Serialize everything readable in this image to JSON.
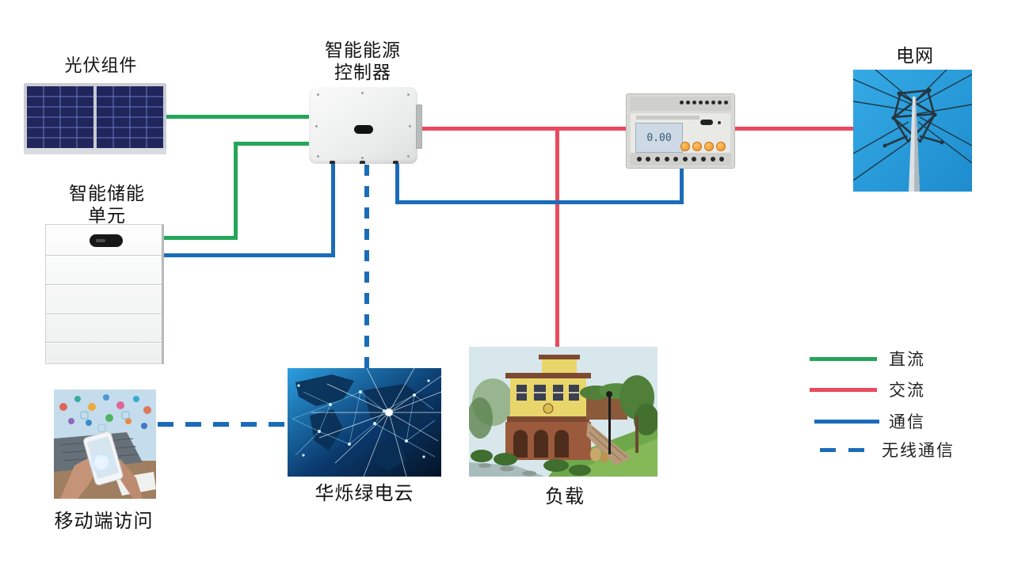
{
  "diagram": {
    "nodes": {
      "pv": {
        "label": "光伏组件"
      },
      "controller": {
        "label": "智能能源\n控制器"
      },
      "grid": {
        "label": "电网"
      },
      "storage": {
        "label": "智能储能\n单元"
      },
      "mobile": {
        "label": "移动端访问"
      },
      "cloud": {
        "label": "华烁绿电云"
      },
      "load": {
        "label": "负载"
      },
      "meter": {
        "lcd_value": "0.00"
      }
    },
    "connections": [
      {
        "from": "pv",
        "to": "controller",
        "type": "直流"
      },
      {
        "from": "storage",
        "to": "controller",
        "type": "直流"
      },
      {
        "from": "controller",
        "to": "storage",
        "type": "通信"
      },
      {
        "from": "controller",
        "to": "meter",
        "type": "通信"
      },
      {
        "from": "controller",
        "to": "grid",
        "type": "交流",
        "via": "meter"
      },
      {
        "from": "controller",
        "to": "load",
        "type": "交流"
      },
      {
        "from": "controller",
        "to": "cloud",
        "type": "无线通信"
      },
      {
        "from": "cloud",
        "to": "mobile",
        "type": "无线通信"
      }
    ],
    "legend": {
      "items": [
        {
          "label": "直流",
          "style": "solid",
          "color": "#24a65a"
        },
        {
          "label": "交流",
          "style": "solid",
          "color": "#e84b5f"
        },
        {
          "label": "通信",
          "style": "solid",
          "color": "#1b6cb8"
        },
        {
          "label": "无线通信",
          "style": "dashed",
          "color": "#1b6cb8"
        }
      ]
    },
    "colors": {
      "dc_green": "#24a65a",
      "ac_red": "#e84b5f",
      "comm_blue": "#1b6cb8",
      "background": "#ffffff",
      "text": "#141414"
    }
  }
}
